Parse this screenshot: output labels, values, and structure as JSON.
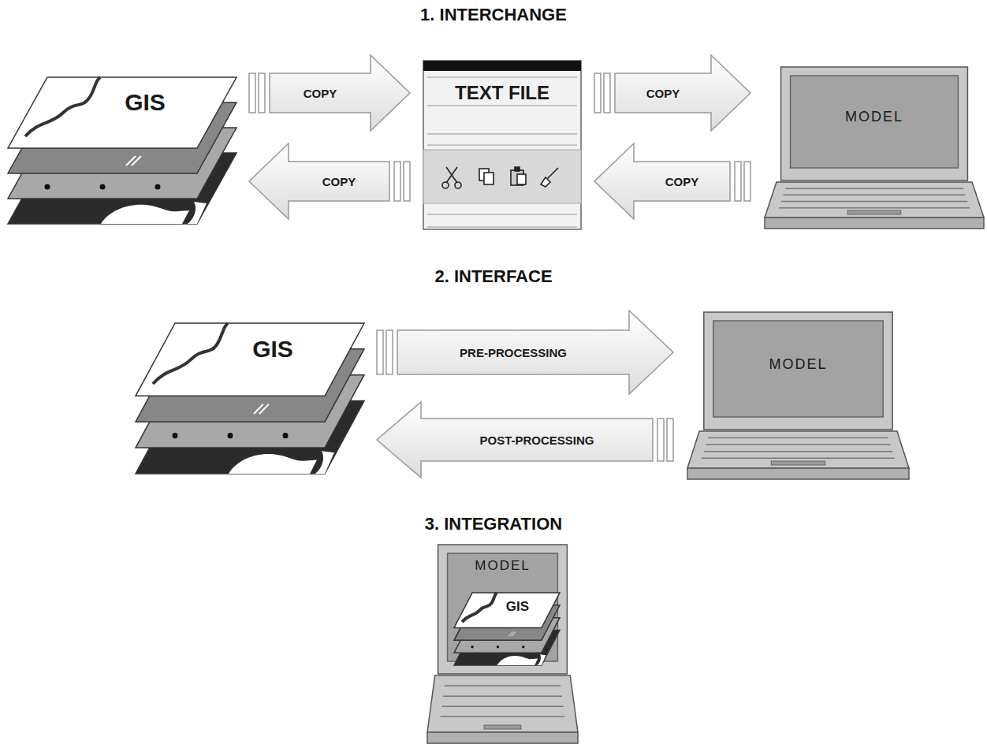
{
  "diagram": {
    "nodes": [
      {
        "text": [
          "GIS"
        ]
      },
      {
        "text": [
          "TEXT FILE"
        ]
      },
      {
        "text": [
          "MODEL"
        ]
      },
      {
        "text": [
          "GIS"
        ]
      },
      {
        "text": [
          "MODEL"
        ]
      },
      {
        "text": [
          "MODEL"
        ]
      },
      {
        "text": [
          "GIS"
        ],
        "in": 5
      }
    ],
    "edges": [
      {
        "from": 0,
        "to": 1,
        "label": "COPY",
        "arrow": "to"
      },
      {
        "from": 1,
        "to": 2,
        "label": "COPY",
        "arrow": "to"
      },
      {
        "from": 2,
        "to": 1,
        "label": "COPY",
        "arrow": "to"
      },
      {
        "from": 1,
        "to": 0,
        "label": "COPY",
        "arrow": "to"
      },
      {
        "from": 3,
        "to": 4,
        "label": "PRE-PROCESSING",
        "arrow": "to"
      },
      {
        "from": 4,
        "to": 3,
        "label": "POST-PROCESSING",
        "arrow": "to"
      }
    ],
    "labels": [
      "1. INTERCHANGE",
      "2. INTERFACE",
      "3. INTEGRATION"
    ]
  }
}
